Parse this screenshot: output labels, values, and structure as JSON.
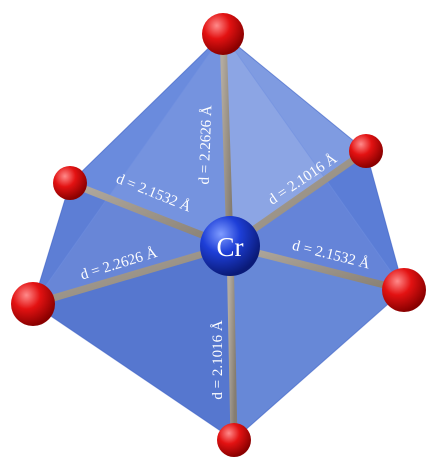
{
  "center_atom": {
    "label": "Cr",
    "color": "#1e3fd8"
  },
  "ligand_color": "#e01010",
  "polyhedron_color": "#4a72d6",
  "bond_color": "#9c9487",
  "bonds": [
    {
      "id": "top",
      "label": "d = 2.2626 Å"
    },
    {
      "id": "upper-right",
      "label": "d = 2.1016 Å"
    },
    {
      "id": "upper-left",
      "label": "d = 2.1532 Å"
    },
    {
      "id": "left",
      "label": "d = 2.2626 Å"
    },
    {
      "id": "right",
      "label": "d = 2.1532 Å"
    },
    {
      "id": "bottom",
      "label": "d = 2.1016 Å"
    }
  ]
}
